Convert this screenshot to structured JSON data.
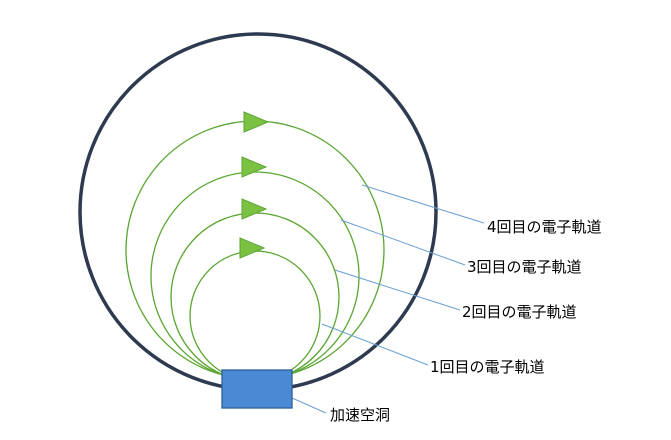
{
  "colors": {
    "outer_circle": "#2e3a50",
    "orbit": "#5aa632",
    "arrow_fill": "#7cc242",
    "arrow_stroke": "#5aa632",
    "leader_line": "#6a9fd4",
    "cavity_fill": "#4a8ad4",
    "cavity_stroke": "#2f5f99"
  },
  "labels": {
    "orbit_1": "1回目の電子軌道",
    "orbit_2": "2回目の電子軌道",
    "orbit_3": "3回目の電子軌道",
    "orbit_4": "4回目の電子軌道",
    "cavity": "加速空洞"
  }
}
